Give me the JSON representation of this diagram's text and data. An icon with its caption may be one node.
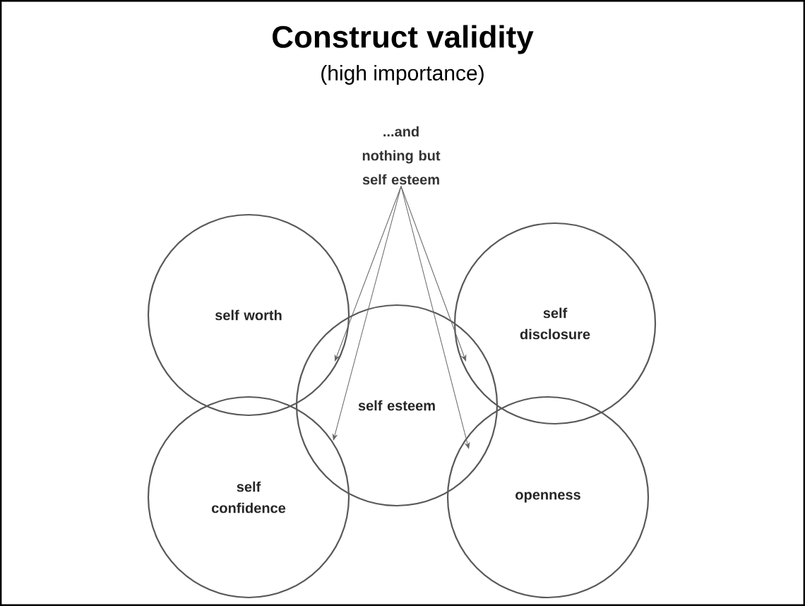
{
  "diagram": {
    "title": "Construct validity",
    "nodes": [
      {
        "text": [
          "...and nothing but self esteem"
        ]
      },
      {
        "text": [
          "self worth"
        ]
      },
      {
        "text": [
          "self disclosure"
        ]
      },
      {
        "text": [
          "self esteem"
        ]
      },
      {
        "text": [
          "self confidence"
        ]
      },
      {
        "text": [
          "openness"
        ]
      }
    ],
    "edges": [
      {
        "from": 0,
        "to": 3,
        "arrow": "to"
      },
      {
        "from": 0,
        "to": 3,
        "arrow": "to"
      },
      {
        "from": 0,
        "to": 3,
        "arrow": "to"
      },
      {
        "from": 0,
        "to": 3,
        "arrow": "to"
      }
    ],
    "labels": [
      "(high importance)"
    ]
  }
}
